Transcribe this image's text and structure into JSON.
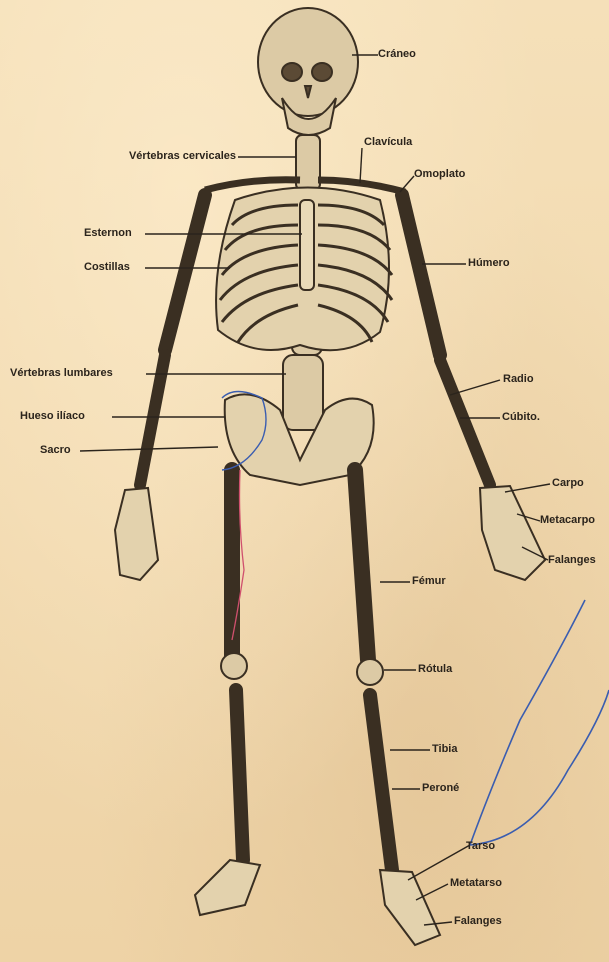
{
  "labels": {
    "craneo": "Cráneo",
    "vertebras_cervicales": "Vértebras cervicales",
    "clavicula": "Clavícula",
    "omoplato": "Omoplato",
    "esternon": "Esternon",
    "costillas": "Costillas",
    "humero": "Húmero",
    "vertebras_lumbares": "Vértebras lumbares",
    "radio": "Radio",
    "hueso_iliaco": "Hueso ilíaco",
    "cubito": "Cúbito.",
    "sacro": "Sacro",
    "carpo": "Carpo",
    "metacarpo": "Metacarpo",
    "falanges_mano": "Falanges",
    "femur": "Fémur",
    "rotula": "Rótula",
    "tibia": "Tibia",
    "perone": "Peroné",
    "tarso": "Tarso",
    "metatarso": "Metatarso",
    "falanges_pie": "Falanges"
  },
  "colors": {
    "paper": "#f3dcb2",
    "ink": "#2b241c",
    "bone": "#d9c7a2",
    "pen_blue": "#3a5db0",
    "pen_pink": "#d0506e"
  }
}
